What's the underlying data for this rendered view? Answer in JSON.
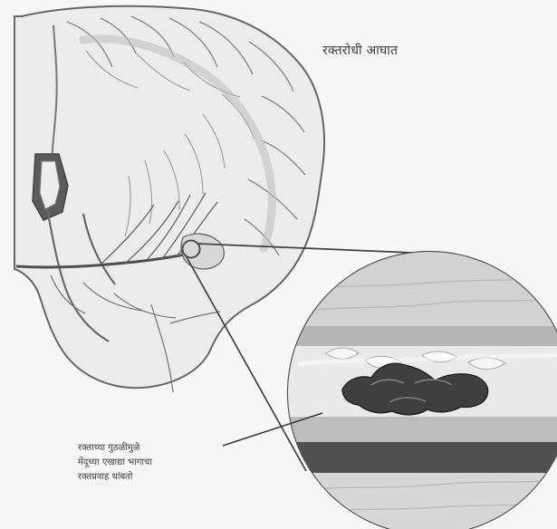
{
  "diagram": {
    "title": "रक्तरोधी आघात",
    "callout": {
      "lines": [
        "रक्ताच्या गुठळीमुळे",
        "मेंदूच्या एखाद्या भागाचा",
        "रक्तप्रवाह थांबतो"
      ]
    }
  },
  "colors": {
    "brain_fill": "#ececec",
    "brain_stroke": "#666666",
    "vessel_stroke": "#4f4f4f",
    "ventricle_fill": "#5b5b5b",
    "magnifier_fill": "#d9d9d9",
    "clot_fill": "#3f3f3f",
    "paper": "#f7f7f7"
  },
  "icons": {
    "brain": "brain-icon",
    "magnifier": "magnified-vessel-icon",
    "clot": "blood-clot-icon"
  }
}
